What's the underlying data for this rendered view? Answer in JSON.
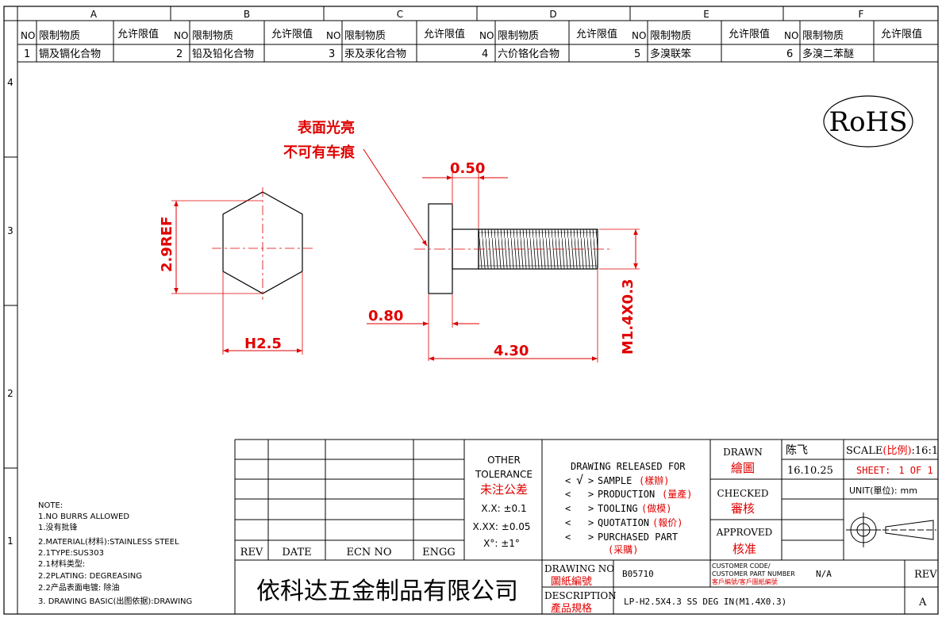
{
  "zones": {
    "columns": [
      "A",
      "B",
      "C",
      "D",
      "E",
      "F"
    ],
    "rows": [
      "4",
      "3",
      "2",
      "1"
    ]
  },
  "restricted_table": {
    "header_no": "NO",
    "header_substance": "限制物质",
    "header_limit": "允许限值",
    "items": [
      {
        "no": "1",
        "substance": "镉及镉化合物",
        "limit": ""
      },
      {
        "no": "2",
        "substance": "铅及铅化合物",
        "limit": ""
      },
      {
        "no": "3",
        "substance": "汞及汞化合物",
        "limit": ""
      },
      {
        "no": "4",
        "substance": "六价铬化合物",
        "limit": ""
      },
      {
        "no": "5",
        "substance": "多溴联笨",
        "limit": ""
      },
      {
        "no": "6",
        "substance": "多溴二苯醚",
        "limit": ""
      }
    ]
  },
  "rohs": "RoHS",
  "annotation": {
    "line1": "表面光亮",
    "line2": "不可有车痕"
  },
  "dimensions": {
    "hex_height": "2.9REF",
    "hex_width": "H2.5",
    "head_gap": "0.50",
    "head_thickness": "0.80",
    "length": "4.30",
    "thread": "M1.4X0.3"
  },
  "notes": {
    "title": "NOTE:",
    "lines": [
      "1.NO BURRS ALLOWED",
      "1.没有批锋",
      "2.MATERIAL(材料):STAINLESS STEEL",
      "2.1TYPE:SUS303",
      "2.1材料类型:",
      "2.2PLATING: DEGREASING",
      "2.2产品表面电镀: 除油",
      "3. DRAWING BASIC(出图依据):DRAWING"
    ]
  },
  "revision_table": {
    "rev": "REV",
    "date": "DATE",
    "ecn": "ECN NO",
    "engg": "ENGG"
  },
  "tolerance": {
    "title1": "OTHER",
    "title2": "TOLERANCE",
    "title_cn": "未注公差",
    "x_x": "X.X: ±0.1",
    "x_xx": "X.XX: ±0.05",
    "deg": "X°: ±1°"
  },
  "release": {
    "title": "DRAWING RELEASED FOR",
    "check": "√",
    "items": [
      {
        "en": "SAMPLE",
        "cn": "(樣辦)"
      },
      {
        "en": "PRODUCTION",
        "cn": "(量產)"
      },
      {
        "en": "TOOLING",
        "cn": "(做模)"
      },
      {
        "en": "QUOTATION",
        "cn": "(報价)"
      },
      {
        "en": "PURCHASED PART",
        "cn": "(采購)"
      }
    ]
  },
  "signoff": {
    "drawn_en": "DRAWN",
    "drawn_cn": "繪圖",
    "drawn_by": "陈飞",
    "drawn_date": "16.10.25",
    "checked_en": "CHECKED",
    "checked_cn": "審核",
    "approved_en": "APPROVED",
    "approved_cn": "核准"
  },
  "scale": {
    "label": "SCALE",
    "label_cn": "(比例)",
    "value": ":16:1"
  },
  "sheet": {
    "label": "SHEET:",
    "value": "1 OF 1"
  },
  "unit": {
    "label": "UNIT(單位):",
    "value": "mm"
  },
  "company": "依科达五金制品有限公司",
  "drawing_no": {
    "en": "DRAWING NO",
    "cn": "圖紙編號",
    "value": "B05710"
  },
  "customer": {
    "line1": "CUSTOMER CODE/",
    "line2": "CUSTOMER PART NUMBER",
    "line3": "客戶編號/客戶圖紙編號",
    "value": "N/A"
  },
  "rev_block": {
    "label": "REV",
    "value": "A"
  },
  "description": {
    "en": "DESCRIPTION",
    "cn": "產品規格",
    "value": "LP-H2.5X4.3 SS DEG IN(M1.4X0.3)"
  }
}
